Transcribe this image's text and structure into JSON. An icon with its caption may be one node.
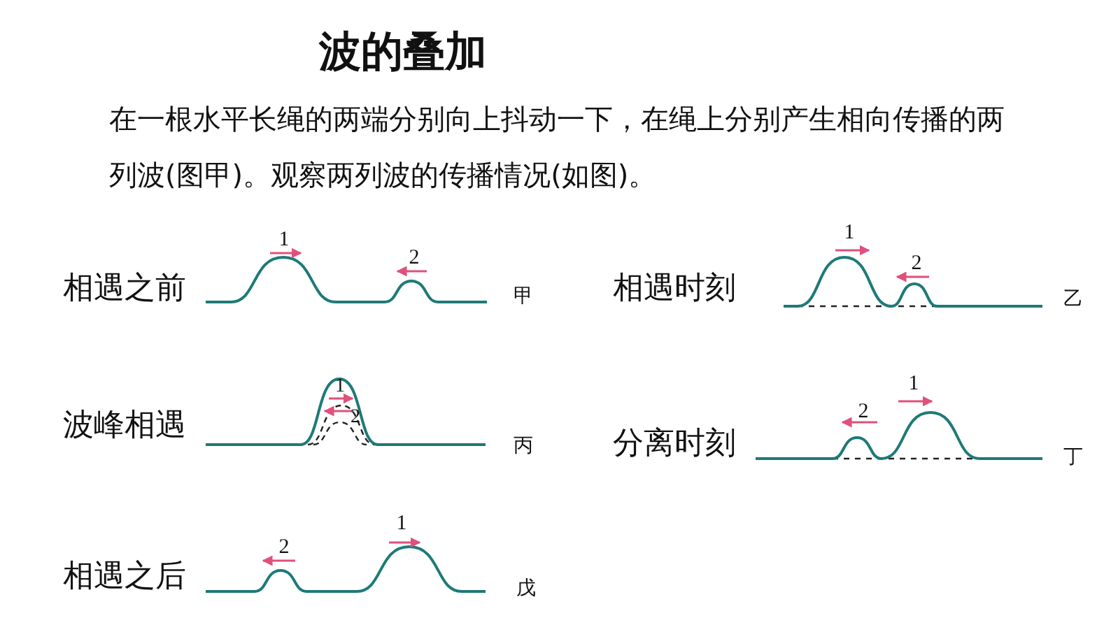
{
  "diagram": {
    "title": "波的叠加",
    "labels": [
      "在一根水平长绳的两端分别向上抖动一下，在绳上分别产生相向传播的两列波(图甲)。观察两列波的传播情况(如图)。",
      "相遇之前",
      "1",
      "2",
      "甲",
      "相遇时刻",
      "1",
      "2",
      "乙",
      "波峰相遇",
      "1",
      "2",
      "丙",
      "分离时刻",
      "2",
      "1",
      "丁",
      "相遇之后",
      "2",
      "1",
      "戊"
    ]
  }
}
